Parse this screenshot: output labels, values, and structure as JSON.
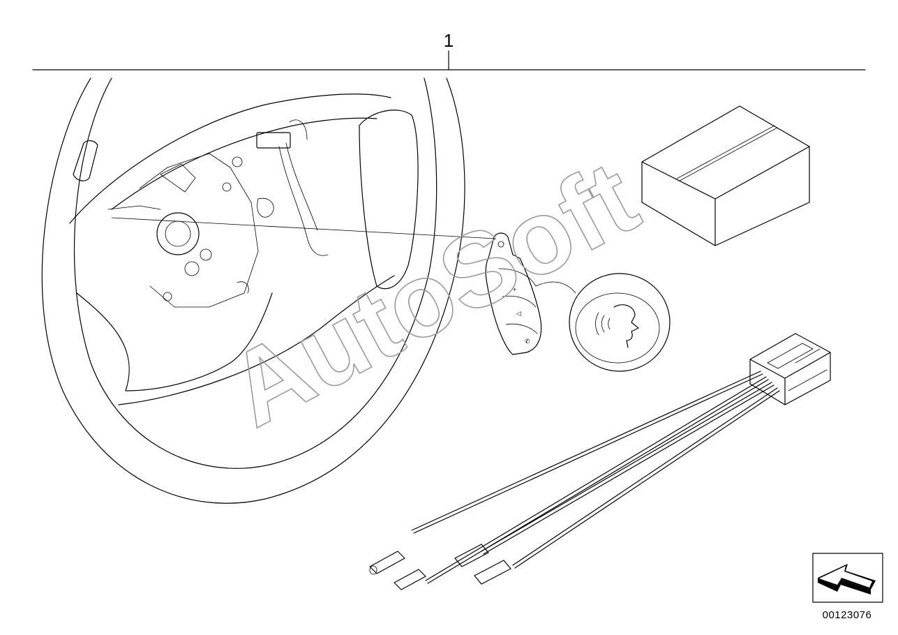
{
  "diagram": {
    "part_label": "1",
    "diagram_id": "00123076",
    "watermark": "AutoSoft",
    "icons": [
      "steering-wheel-icon",
      "steering-wheel-button-pad-icon",
      "voice-command-icon",
      "package-box-icon",
      "wiring-harness-icon",
      "connector-plug-icon",
      "orientation-arrow-icon"
    ]
  }
}
